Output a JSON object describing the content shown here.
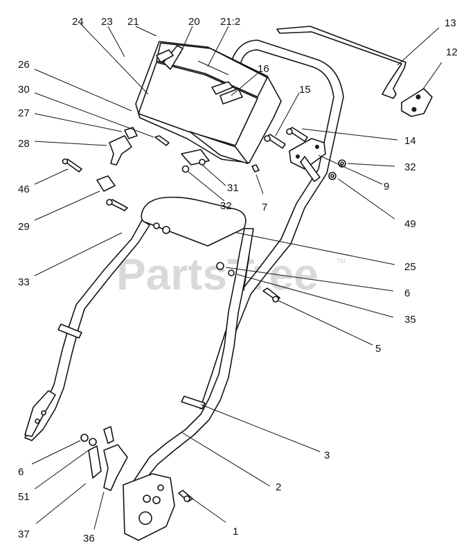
{
  "watermark": {
    "text": "PartsTree",
    "trademark": "TM"
  },
  "callouts": {
    "c1": "1",
    "c2": "2",
    "c3": "3",
    "c5": "5",
    "c6a": "6",
    "c6b": "6",
    "c7": "7",
    "c9": "9",
    "c12": "12",
    "c13": "13",
    "c14": "14",
    "c15": "15",
    "c16": "16",
    "c20": "20",
    "c21": "21",
    "c21_2": "21:2",
    "c23": "23",
    "c24": "24",
    "c25": "25",
    "c26": "26",
    "c27": "27",
    "c28": "28",
    "c29": "29",
    "c30": "30",
    "c31": "31",
    "c32a": "32",
    "c32b": "32",
    "c33": "33",
    "c35": "35",
    "c36": "36",
    "c37": "37",
    "c46": "46",
    "c49": "49",
    "c51": "51"
  }
}
